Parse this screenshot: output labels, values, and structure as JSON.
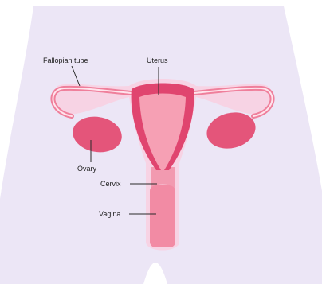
{
  "labels": {
    "fallopian_tube": "Fallopian tube",
    "uterus": "Uterus",
    "ovary": "Ovary",
    "cervix": "Cervix",
    "vagina": "Vagina"
  },
  "colors": {
    "background": "#ece6f6",
    "outer_glow": "#f8d2e3",
    "tube_outer": "#ef7f9b",
    "tube_inner": "#ffe3ec",
    "uterus_wall": "#e0456f",
    "uterus_cavity": "#f6a0b4",
    "ovary": "#e4557a",
    "cervix": "#f29ab0",
    "vagina": "#f28ba4",
    "leader_line": "#2a2a2a"
  }
}
